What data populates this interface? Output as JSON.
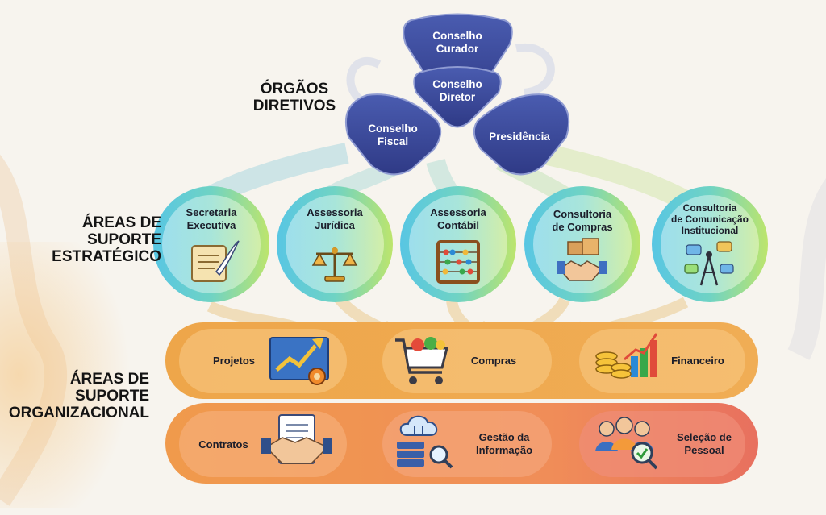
{
  "sections": {
    "governing": "ÓRGÃOS\nDIRETIVOS",
    "strategic": "ÁREAS DE\nSUPORTE\nESTRATÉGICO",
    "organizational": "ÁREAS DE\nSUPORTE\nORGANIZACIONAL"
  },
  "governing_bodies": [
    {
      "label": "Conselho\nCurador"
    },
    {
      "label": "Conselho\nDiretor"
    },
    {
      "label": "Conselho\nFiscal"
    },
    {
      "label": "Presidência"
    }
  ],
  "strategic_areas": [
    {
      "label": "Secretaria\nExecutiva",
      "icon": "scroll-quill-icon"
    },
    {
      "label": "Assessoria\nJurídica",
      "icon": "scales-icon"
    },
    {
      "label": "Assessoria\nContábil",
      "icon": "abacus-icon"
    },
    {
      "label": "Consultoria\nde Compras",
      "icon": "handshake-boxes-icon"
    },
    {
      "label": "Consultoria\nde Comunicação\nInstitucional",
      "icon": "antenna-chat-icon"
    }
  ],
  "organizational_areas": [
    {
      "label": "Projetos",
      "icon": "blueprint-chart-icon"
    },
    {
      "label": "Compras",
      "icon": "shopping-cart-icon"
    },
    {
      "label": "Financeiro",
      "icon": "coins-chart-icon"
    },
    {
      "label": "Contratos",
      "icon": "contract-handshake-icon"
    },
    {
      "label": "Gestão da\nInformação",
      "icon": "cloud-server-icon"
    },
    {
      "label": "Seleção de\nPessoal",
      "icon": "people-search-icon"
    }
  ],
  "colors": {
    "governing": "#3f4e9c",
    "strategic_left": "#52c6df",
    "strategic_right": "#b6e36c",
    "org_top": "#f2b64e",
    "org_bottom": "#ef8d52",
    "org_red": "#ea7362"
  }
}
